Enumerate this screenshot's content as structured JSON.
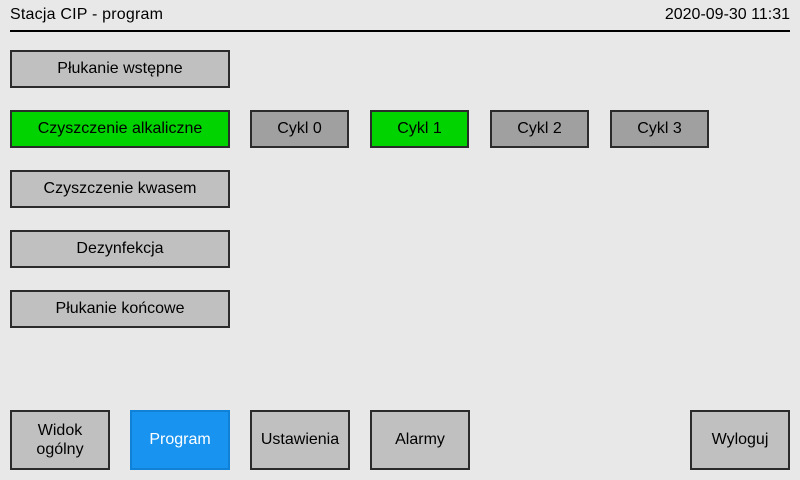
{
  "header": {
    "title": "Stacja CIP - program",
    "datetime": "2020-09-30 11:31"
  },
  "steps": [
    {
      "label": "Płukanie wstępne",
      "active": false
    },
    {
      "label": "Czyszczenie alkaliczne",
      "active": true
    },
    {
      "label": "Czyszczenie kwasem",
      "active": false
    },
    {
      "label": "Dezynfekcja",
      "active": false
    },
    {
      "label": "Płukanie końcowe",
      "active": false
    }
  ],
  "cycles": [
    {
      "label": "Cykl 0",
      "active": false
    },
    {
      "label": "Cykl 1",
      "active": true
    },
    {
      "label": "Cykl 2",
      "active": false
    },
    {
      "label": "Cykl 3",
      "active": false
    }
  ],
  "nav": [
    {
      "label": "Widok ogólny",
      "active": false
    },
    {
      "label": "Program",
      "active": true
    },
    {
      "label": "Ustawienia",
      "active": false
    },
    {
      "label": "Alarmy",
      "active": false
    }
  ],
  "logout_label": "Wyloguj",
  "colors": {
    "background": "#e8e8e8",
    "button_gray": "#c0c0c0",
    "cycle_gray": "#a0a0a0",
    "active_green": "#00d300",
    "active_blue": "#1894f0",
    "border_dark": "#2b2b2b",
    "divider": "#000000"
  }
}
